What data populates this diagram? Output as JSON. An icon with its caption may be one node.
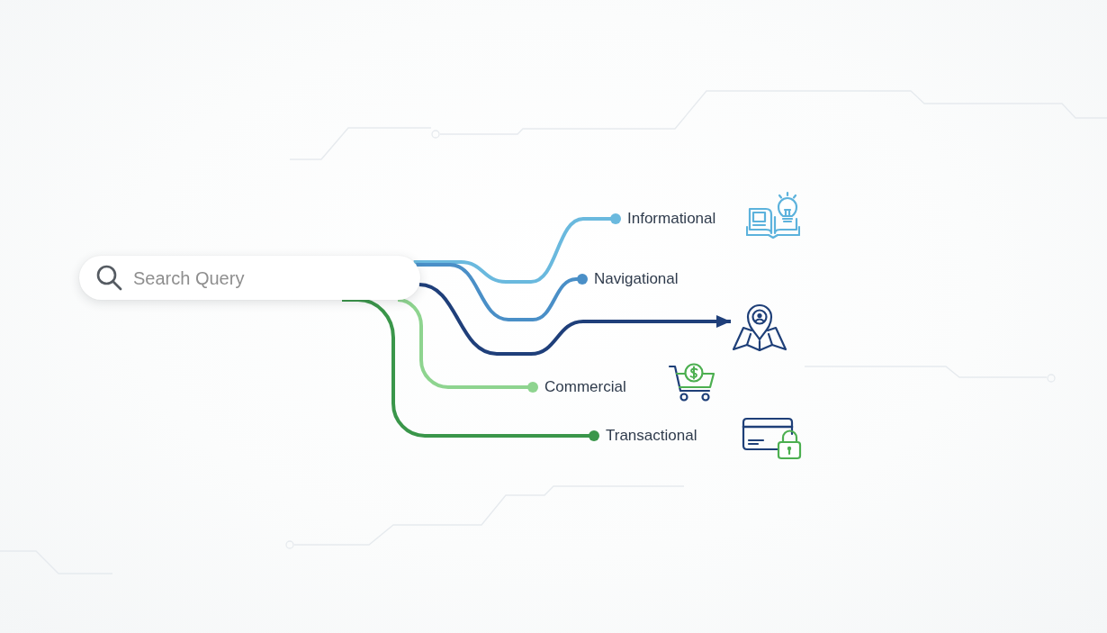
{
  "diagram": {
    "nodes": [
      {
        "text": [
          "Search Query"
        ]
      },
      {
        "text": [
          "Informational"
        ]
      },
      {
        "text": [
          "Navigational"
        ]
      },
      {
        "text": [],
        "shape": "picture"
      },
      {
        "text": [
          "Commercial"
        ]
      },
      {
        "text": [
          "Transactional"
        ]
      }
    ],
    "edges": [
      {
        "from": 0,
        "to": 1,
        "arrow": "other",
        "color": "#6ab9de"
      },
      {
        "from": 0,
        "to": 2,
        "arrow": "other",
        "color": "#4a8fc7"
      },
      {
        "from": 0,
        "to": 3,
        "arrow": "to",
        "color": "#1f3f7a"
      },
      {
        "from": 0,
        "to": 4,
        "arrow": "other",
        "color": "#8ed48f"
      },
      {
        "from": 0,
        "to": 5,
        "arrow": "other",
        "color": "#3a964a"
      }
    ]
  }
}
